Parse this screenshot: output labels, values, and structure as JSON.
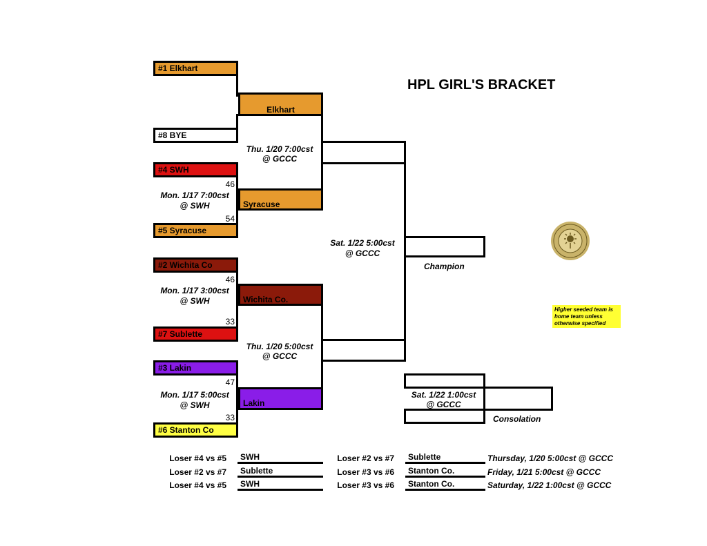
{
  "title": "HPL GIRL'S BRACKET",
  "note": "Higher seeded team is home team unless otherwise specified",
  "seeds": {
    "s1": {
      "label": "#1 Elkhart",
      "color": "#e69a2e"
    },
    "s8": {
      "label": "#8 BYE",
      "color": "#ffffff"
    },
    "s4": {
      "label": "#4 SWH",
      "color": "#dd1111"
    },
    "s5": {
      "label": "#5 Syracuse",
      "color": "#e69a2e"
    },
    "s2": {
      "label": "#2 Wichita Co",
      "color": "#8b1a0a"
    },
    "s7": {
      "label": "#7 Sublette",
      "color": "#dd1111"
    },
    "s3": {
      "label": "#3 Lakin",
      "color": "#8a1de8"
    },
    "s6": {
      "label": "#6 Stanton Co",
      "color": "#ffff44"
    }
  },
  "round2": {
    "elkhart": {
      "label": "Elkhart",
      "color": "#e69a2e"
    },
    "syracuse": {
      "label": "Syracuse",
      "color": "#e69a2e"
    },
    "wichita": {
      "label": "Wichita Co.",
      "color": "#8b1a0a"
    },
    "lakin": {
      "label": "Lakin",
      "color": "#8a1de8"
    }
  },
  "games": {
    "g1": {
      "line1": "Mon. 1/17 7:00cst",
      "line2": "@ SWH",
      "score_top": "46",
      "score_bottom": "54"
    },
    "g2": {
      "line1": "Mon. 1/17 3:00cst",
      "line2": "@ SWH",
      "score_top": "46",
      "score_bottom": "33"
    },
    "g3": {
      "line1": "Mon. 1/17 5:00cst",
      "line2": "@ SWH",
      "score_top": "47",
      "score_bottom": "33"
    },
    "semi1": {
      "line1": "Thu. 1/20 7:00cst",
      "line2": "@ GCCC"
    },
    "semi2": {
      "line1": "Thu. 1/20 5:00cst",
      "line2": "@ GCCC"
    },
    "final": {
      "line1": "Sat. 1/22 5:00cst",
      "line2": "@ GCCC"
    },
    "consolation": {
      "line1": "Sat. 1/22 1:00cst",
      "line2": "@ GCCC"
    }
  },
  "champion_label": "Champion",
  "consolation_label": "Consolation",
  "cons_rows": [
    {
      "left_label": "Loser #4 vs #5",
      "left_name": "SWH",
      "right_label": "Loser #2 vs #7",
      "right_name": "Sublette",
      "schedule": "Thursday, 1/20 5:00cst @ GCCC"
    },
    {
      "left_label": "Loser #2 vs #7",
      "left_name": "Sublette",
      "right_label": "Loser #3 vs #6",
      "right_name": "Stanton Co.",
      "schedule": "Friday, 1/21 5:00cst @ GCCC"
    },
    {
      "left_label": "Loser #4 vs #5",
      "left_name": "SWH",
      "right_label": "Loser #3 vs #6",
      "right_name": "Stanton Co.",
      "schedule": "Saturday, 1/22 1:00cst @ GCCC"
    }
  ]
}
